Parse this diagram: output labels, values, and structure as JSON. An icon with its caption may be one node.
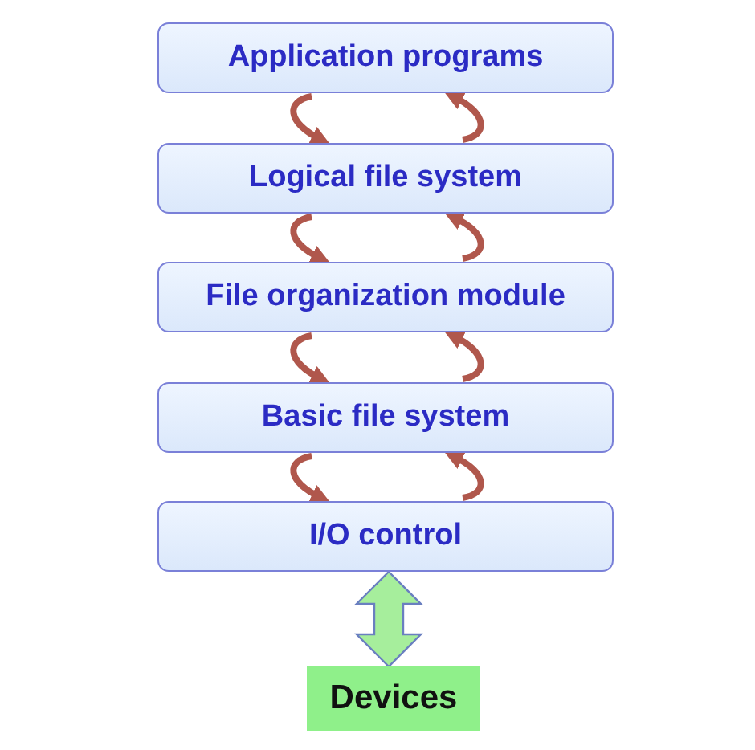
{
  "diagram": {
    "nodes": [
      {
        "text": [
          "Application programs"
        ]
      },
      {
        "text": [
          "Logical file system"
        ]
      },
      {
        "text": [
          "File organization module"
        ]
      },
      {
        "text": [
          "Basic file system"
        ]
      },
      {
        "text": [
          "I/O control"
        ]
      },
      {
        "text": [
          "Devices"
        ]
      }
    ],
    "edges": [
      {
        "from": 0,
        "to": 1,
        "arrow": "to"
      },
      {
        "from": 1,
        "to": 0,
        "arrow": "to"
      },
      {
        "from": 1,
        "to": 2,
        "arrow": "to"
      },
      {
        "from": 2,
        "to": 1,
        "arrow": "to"
      },
      {
        "from": 2,
        "to": 3,
        "arrow": "to"
      },
      {
        "from": 3,
        "to": 2,
        "arrow": "to"
      },
      {
        "from": 3,
        "to": 4,
        "arrow": "to"
      },
      {
        "from": 4,
        "to": 3,
        "arrow": "to"
      },
      {
        "from": 4,
        "to": 5,
        "arrow": "both",
        "style": "thick",
        "color": "#a6ee9c"
      }
    ]
  }
}
